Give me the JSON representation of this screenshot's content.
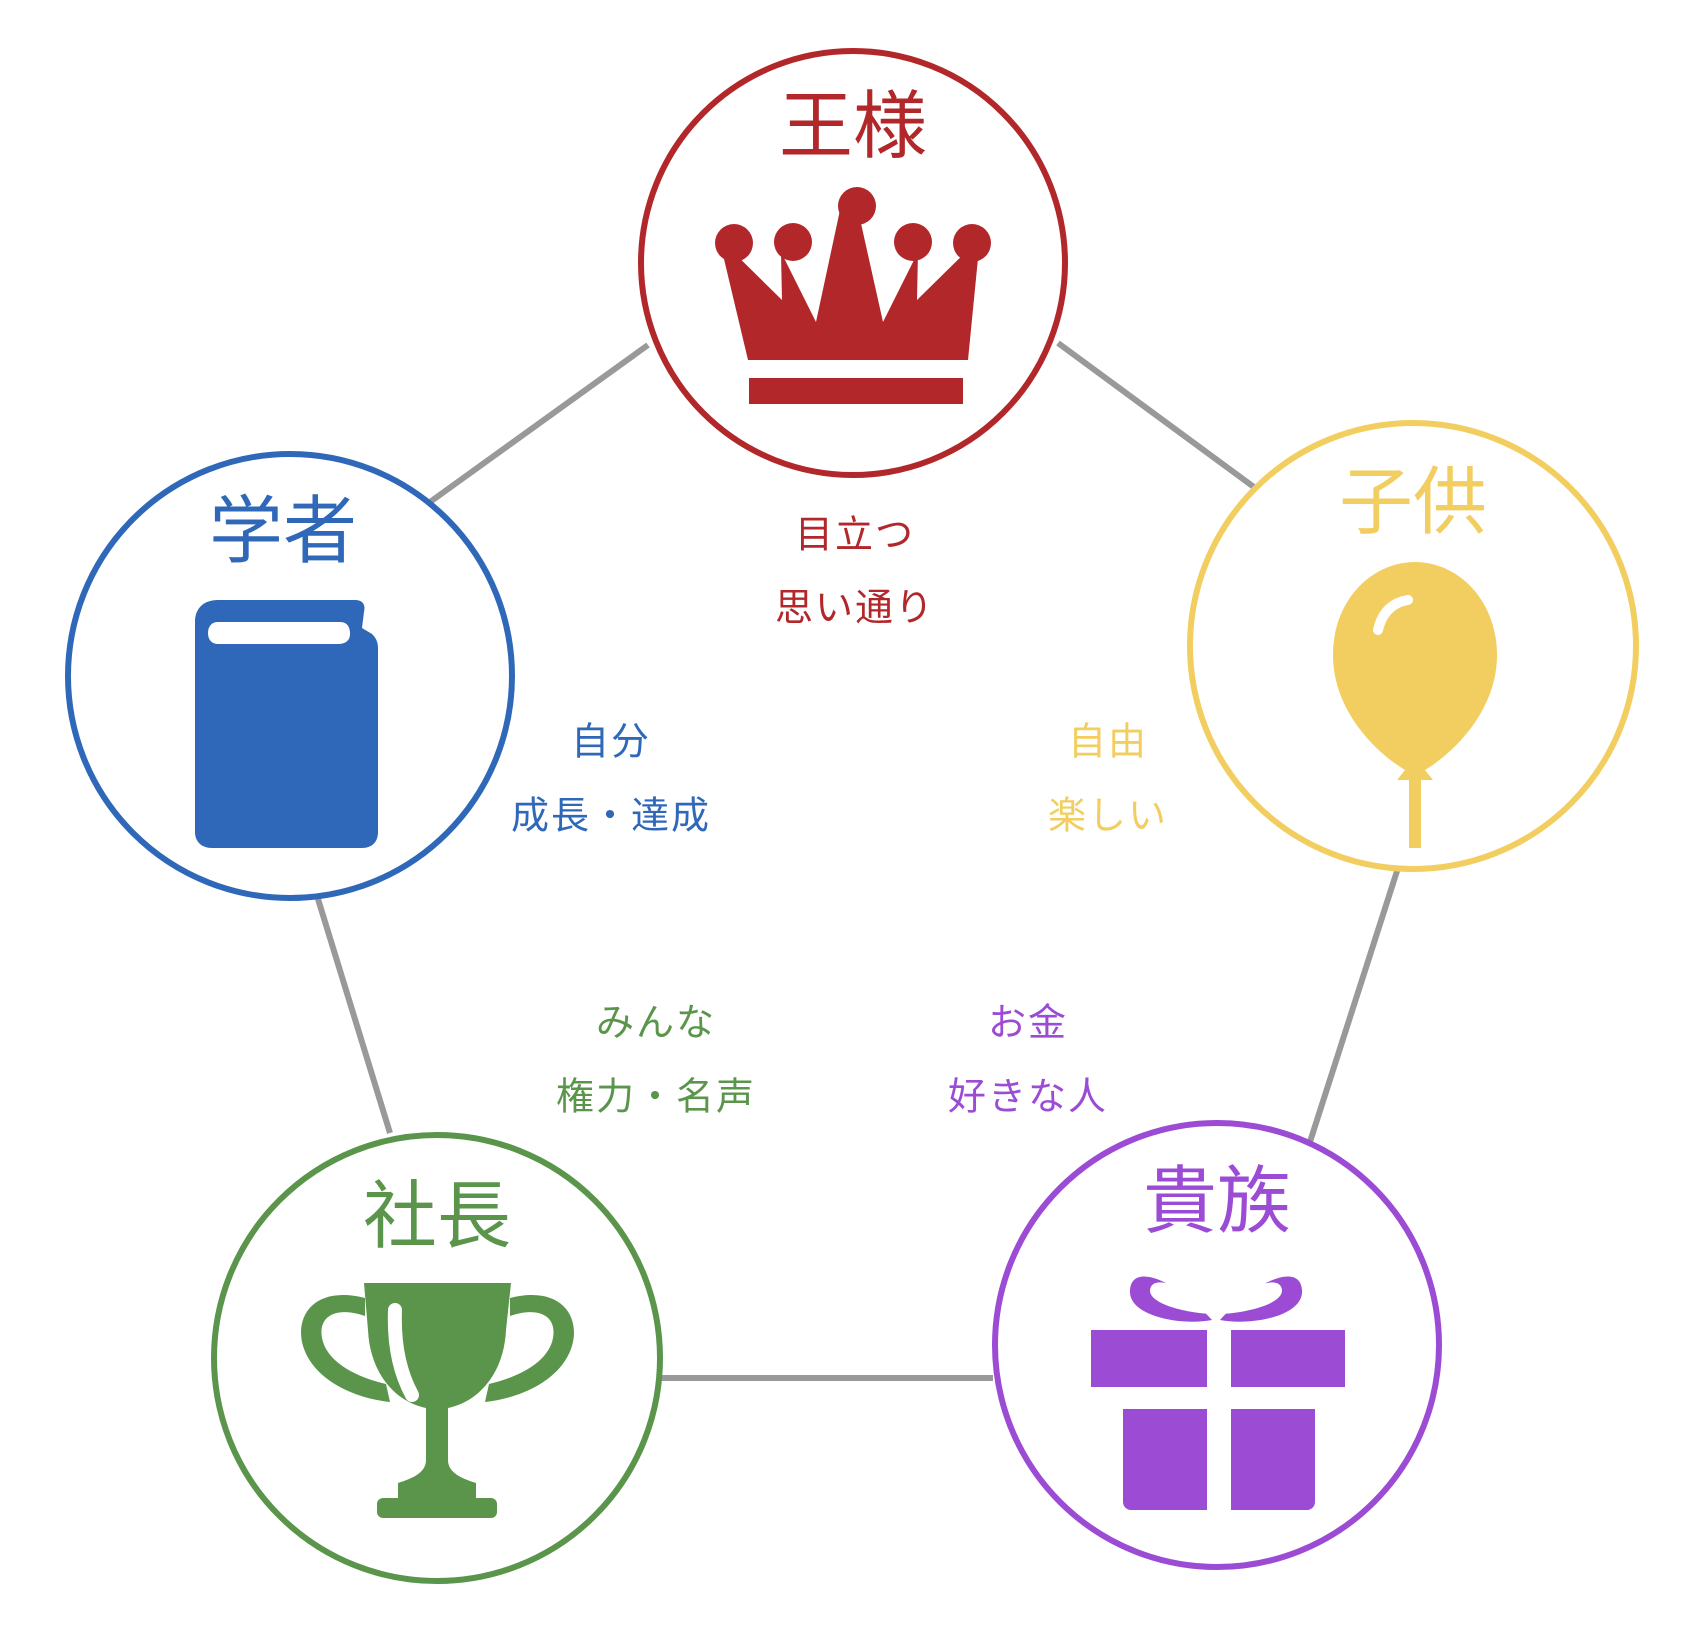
{
  "nodes": [
    {
      "id": "king",
      "label": "王様",
      "icon": "crown-icon",
      "color": "#B2272A",
      "keywords": [
        "目立つ",
        "思い通り"
      ]
    },
    {
      "id": "child",
      "label": "子供",
      "icon": "balloon-icon",
      "color": "#F2CE60",
      "keywords": [
        "自由",
        "楽しい"
      ]
    },
    {
      "id": "noble",
      "label": "貴族",
      "icon": "gift-icon",
      "color": "#9B4BD4",
      "keywords": [
        "お金",
        "好きな人"
      ]
    },
    {
      "id": "president",
      "label": "社長",
      "icon": "trophy-icon",
      "color": "#5A954B",
      "keywords": [
        "みんな",
        "権力・名声"
      ]
    },
    {
      "id": "scholar",
      "label": "学者",
      "icon": "book-icon",
      "color": "#2F68B8",
      "keywords": [
        "自分",
        "成長・達成"
      ]
    }
  ],
  "connector_color": "#999999"
}
